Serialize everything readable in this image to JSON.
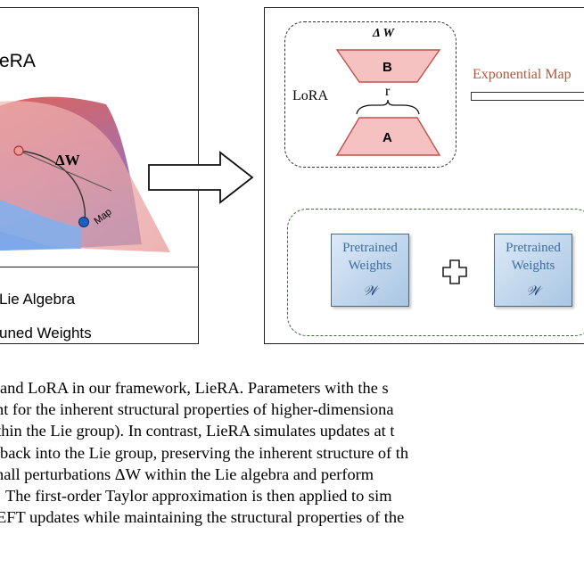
{
  "left_panel": {
    "title": "eRA",
    "delta_w": "ΔW",
    "map_label": "Map",
    "legend": [
      "Lie Algebra",
      "uned Weights"
    ]
  },
  "right_panel": {
    "delta_w": "Δ W",
    "b_label": "B",
    "a_label": "A",
    "r_label": "r",
    "lora_label": "LoRA",
    "exp_map_label": "Exponential Map",
    "cards": [
      {
        "title": "Pretrained Weights",
        "symbol": "𝒲"
      },
      {
        "title": "Pretrained Weights",
        "symbol": "𝒲"
      }
    ]
  },
  "colors": {
    "lora_fill": "#f6c1c1",
    "lora_stroke": "#c0504d",
    "exp_map": "#b5573a",
    "card_text": "#3d6d9e"
  },
  "caption": [
    "and LoRA in our framework, LieRA. Parameters with the s",
    "nt for the inherent structural properties of higher-dimensiona",
    "ithin the Lie group). In contrast, LieRA simulates updates at t",
    "back into the Lie group, preserving the inherent structure of th",
    "nall perturbations ΔW within the Lie algebra and perform",
    "The first-order Taylor approximation is then applied to sim",
    "EFT updates while maintaining the structural properties of the"
  ]
}
